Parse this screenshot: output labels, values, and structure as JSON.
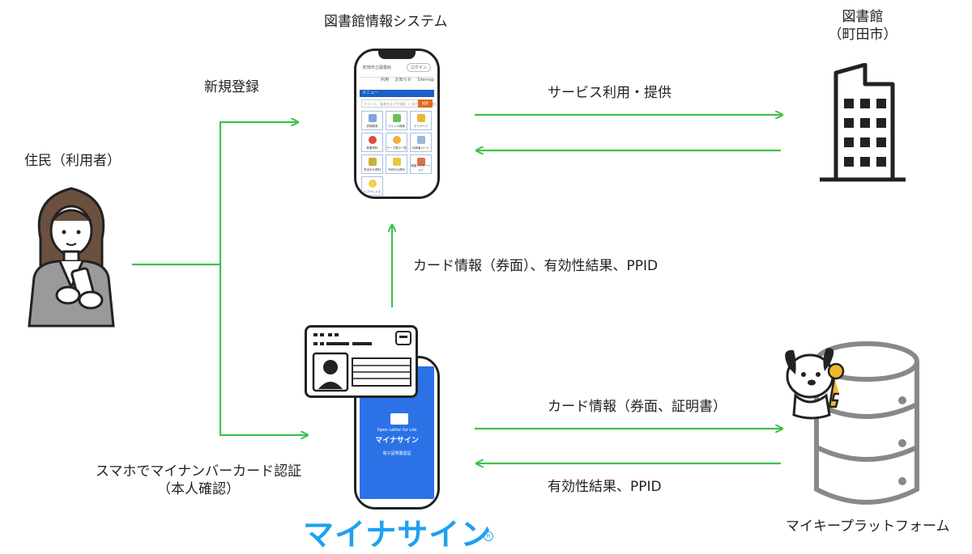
{
  "nodes": {
    "system_title": "図書館情報システム",
    "library_line1": "図書館",
    "library_line2": "（町田市）",
    "resident": "住民（利用者）",
    "platform": "マイキープラットフォーム",
    "auth_line1": "スマホでマイナンバーカード認証",
    "auth_line2": "（本人確認）"
  },
  "edges": {
    "register": "新規登録",
    "service": "サービス利用・提供",
    "card_info_result": "カード情報（券面）、有効性結果、PPID",
    "card_info_cert": "カード情報（券面、証明書）",
    "validity": "有効性結果、PPID"
  },
  "phone_screen": {
    "header_title": "町田市立図書館",
    "login_btn": "ログイン",
    "nav": [
      "利用",
      "お知らせ",
      "Sitemap"
    ],
    "menu": "メニュー",
    "search_placeholder": "タイトル、著者名などを検索（一部でも検索可能）",
    "search_button": "検索",
    "tiles": [
      "詳細検索",
      "ジャンル検索",
      "マイページ",
      "新着資料",
      "テーマ別の一覧",
      "利用者カード",
      "貸出中の資料",
      "予約中の資料",
      "調査ナビゲーション",
      "レファレンス"
    ]
  },
  "mina_app": {
    "tagline": "Open Letter for Life",
    "app_name": "マイナサイン",
    "sub": "電子証明書認証"
  },
  "logo_text": "マイナサイン",
  "colors": {
    "arrow": "#3fc24a",
    "accent_blue": "#1da1f2",
    "screen_blue": "#2a72e6"
  }
}
